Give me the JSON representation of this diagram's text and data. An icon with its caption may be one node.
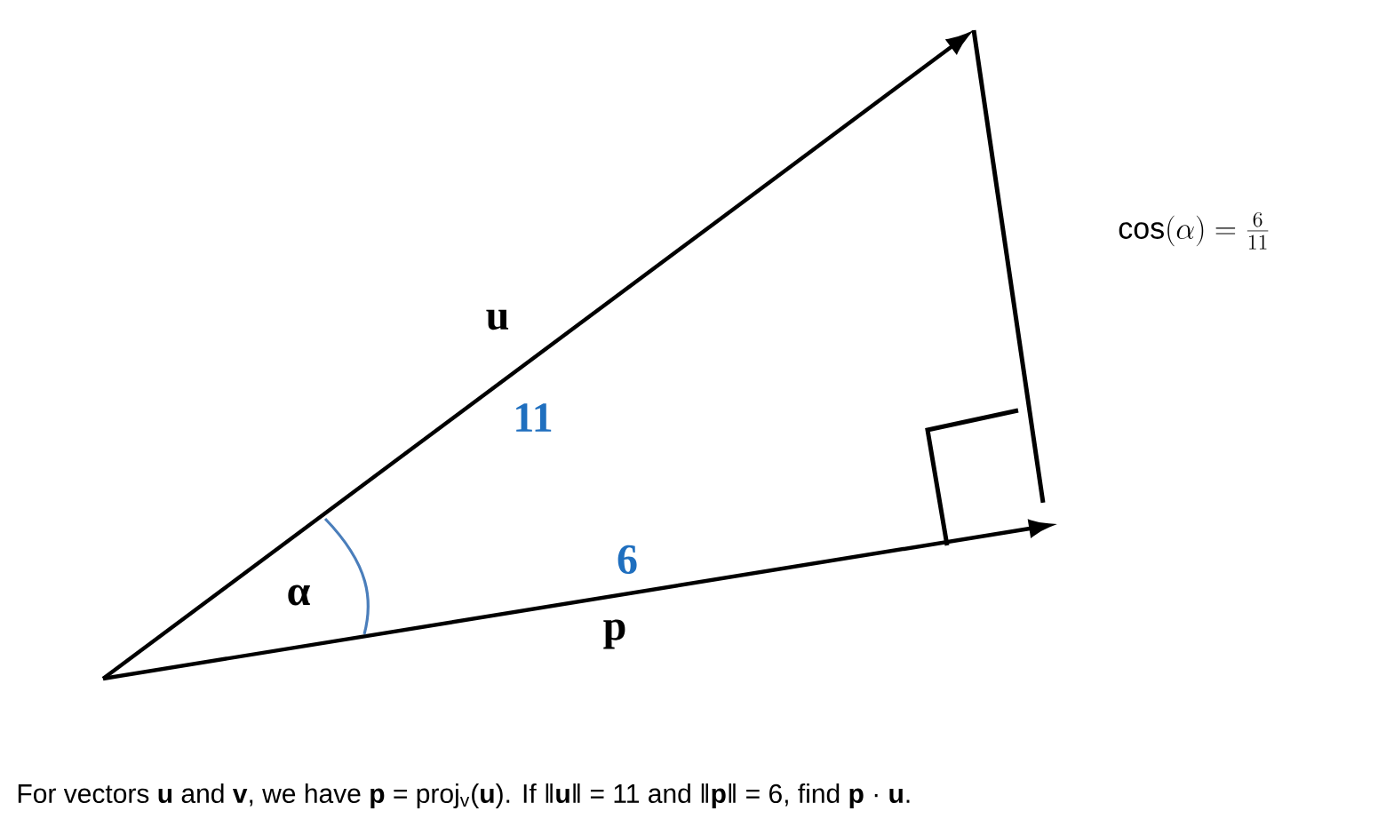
{
  "diagram": {
    "labels": [
      "u",
      "11",
      "α",
      "6",
      "p",
      "\\cos(\\alpha) = \\frac{6}{11}"
    ],
    "caption": "For vectors **u** and **v**, we have **p** = proj$_{v}$(**u**). If ‖**u**‖ = 11 and ‖**p**‖ = 6, find **p** · **u**."
  }
}
